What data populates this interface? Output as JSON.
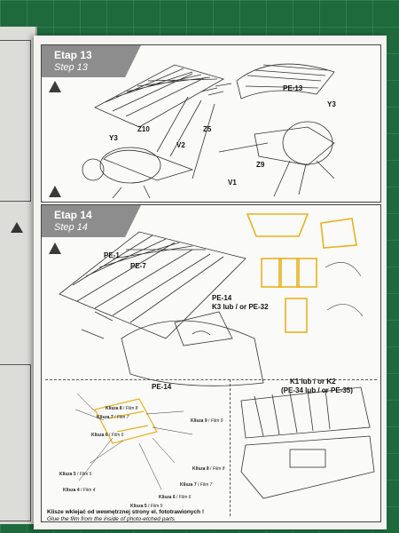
{
  "steps": [
    {
      "title": "Etap 13",
      "subtitle": "Step 13",
      "callouts": [
        "PE-13",
        "Y3",
        "Z10",
        "Y3",
        "Z5",
        "V2",
        "Z9",
        "V1"
      ]
    },
    {
      "title": "Etap 14",
      "subtitle": "Step 14",
      "callouts": [
        "PE-1",
        "PE-7",
        "PE-14",
        "K3 lub / or PE-32",
        "PE-14",
        "K1 lub / or K2",
        "(PE-34 lub / or PE-35)"
      ]
    }
  ],
  "films": [
    {
      "pl": "Klisza 8",
      "en": "Film 8"
    },
    {
      "pl": "Klisza 7",
      "en": "Film 7"
    },
    {
      "pl": "Klisza 6",
      "en": "Film 6"
    },
    {
      "pl": "Klisza 9",
      "en": "Film 9"
    },
    {
      "pl": "Klisza 5",
      "en": "Film 5"
    },
    {
      "pl": "Klisza 4",
      "en": "Film 4"
    },
    {
      "pl": "Klisza 8",
      "en": "Film 8"
    },
    {
      "pl": "Klisza 7",
      "en": "Film 7"
    },
    {
      "pl": "Klisza 6",
      "en": "Film 6"
    },
    {
      "pl": "Klisza 5",
      "en": "Film 5"
    }
  ],
  "note": {
    "pl": "Klisze wklejać od wewnętrznej strony el. fototrawionych !",
    "en": "Glue the film from the inside of photo-etched parts"
  },
  "colors": {
    "accent": "#e8b21c",
    "mat": "#1e6a3d",
    "header": "#8d8d8d"
  }
}
